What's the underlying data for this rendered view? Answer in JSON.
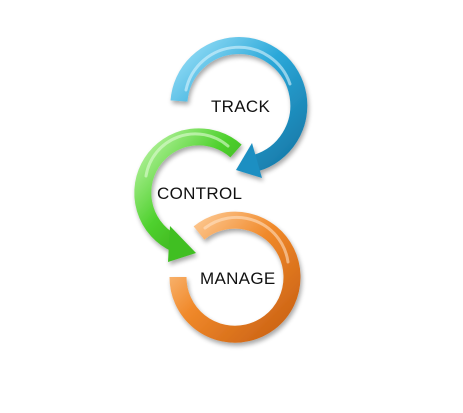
{
  "diagram": {
    "stages": [
      {
        "label": "TRACK",
        "color": "#2BA8D9",
        "shade": "#1577A6",
        "highlight": "#9BE0F8"
      },
      {
        "label": "CONTROL",
        "color": "#4FD12E",
        "shade": "#2E9A14",
        "highlight": "#BDF5A6"
      },
      {
        "label": "MANAGE",
        "color": "#F0892A",
        "shade": "#C85F12",
        "highlight": "#FFD3A3"
      }
    ]
  }
}
